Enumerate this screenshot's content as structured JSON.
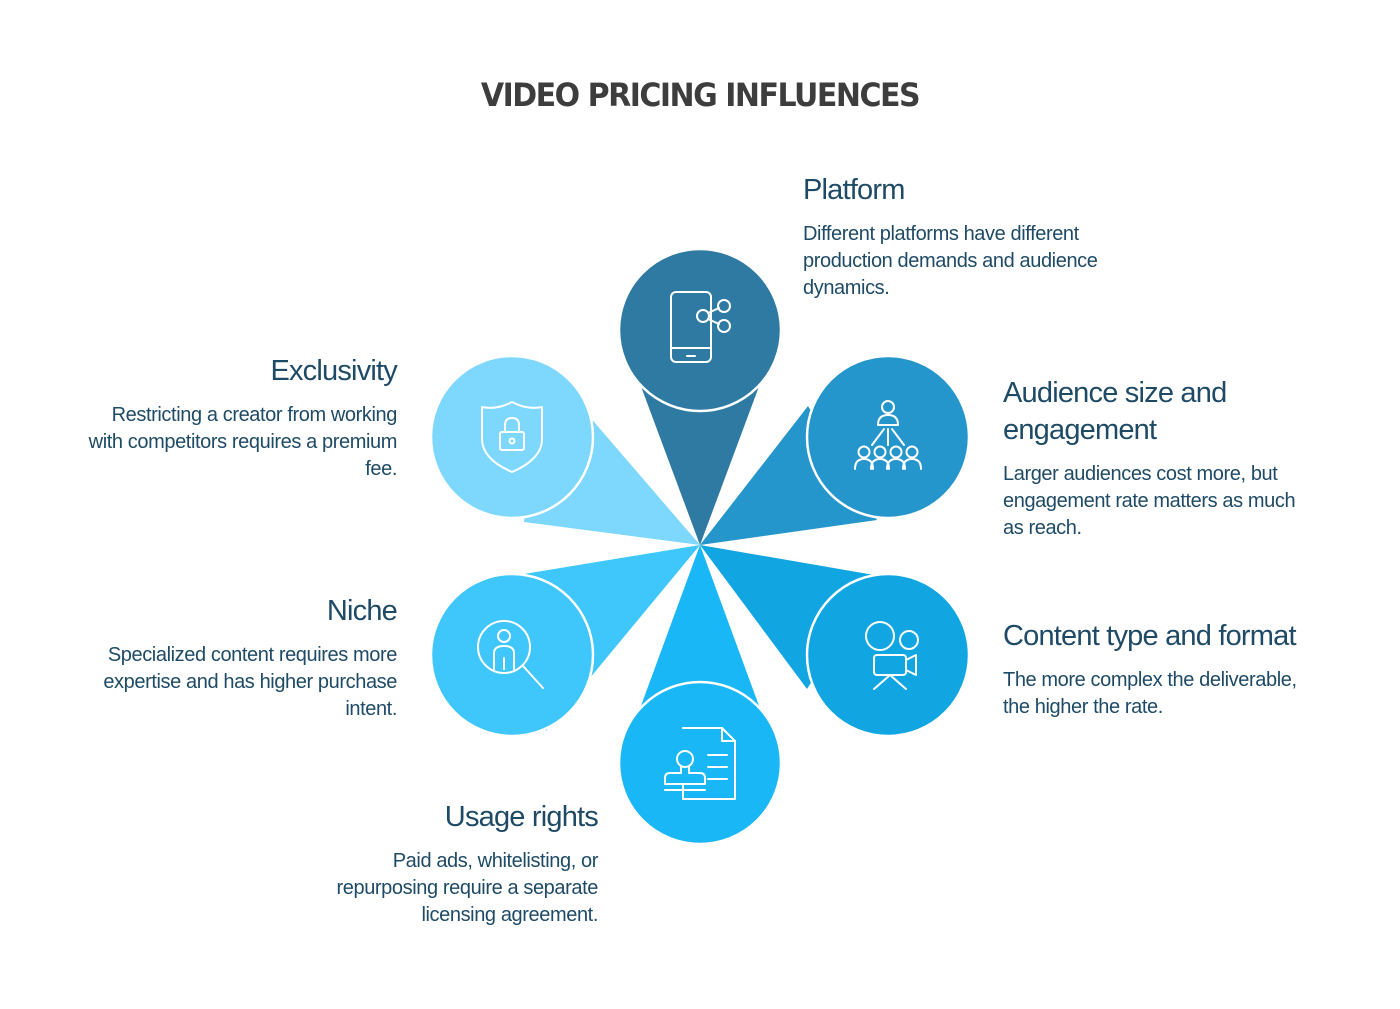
{
  "title": "VIDEO PRICING INFLUENCES",
  "colors": {
    "platform": "#2e7aa2",
    "audience": "#2496cb",
    "content": "#11a6e2",
    "usage": "#19b7f5",
    "niche": "#3fc6fb",
    "exclusivity": "#7ed8fd",
    "text": "#1e4a66",
    "title": "#3d3d3d"
  },
  "factors": [
    {
      "id": "platform",
      "heading": "Platform",
      "description": "Different platforms have different production demands and audience dynamics.",
      "icon": "smartphone-share-icon"
    },
    {
      "id": "audience",
      "heading": "Audience size and engagement",
      "description": "Larger audiences cost more, but engagement rate matters as much as reach.",
      "icon": "audience-network-icon"
    },
    {
      "id": "content",
      "heading": "Content type and format",
      "description": "The more complex the deliverable, the higher the rate.",
      "icon": "video-camera-icon"
    },
    {
      "id": "usage",
      "heading": "Usage rights",
      "description": "Paid ads, whitelisting, or repurposing require a separate licensing agreement.",
      "icon": "stamp-document-icon"
    },
    {
      "id": "niche",
      "heading": "Niche",
      "description": "Specialized content requires more expertise and has higher purchase intent.",
      "icon": "person-search-icon"
    },
    {
      "id": "exclusivity",
      "heading": "Exclusivity",
      "description": "Restricting a creator from working with competitors requires a premium fee.",
      "icon": "shield-lock-icon"
    }
  ]
}
